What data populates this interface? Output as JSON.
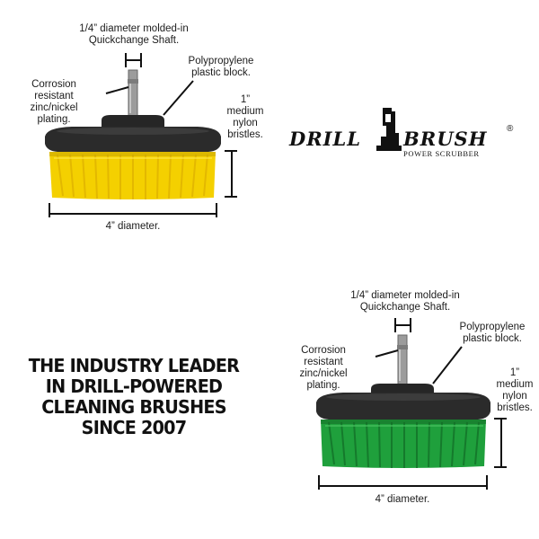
{
  "top_product": {
    "shaft_label": [
      "1/4” diameter molded-in",
      "Quickchange Shaft."
    ],
    "block_label": [
      "Polypropylene",
      "plastic block."
    ],
    "plating_label": [
      "Corrosion",
      "resistant",
      "zinc/nickel",
      "plating."
    ],
    "bristle_label": [
      "1”",
      "medium",
      "nylon",
      "bristles."
    ],
    "diameter_label": "4” diameter.",
    "bristle_color": "#f5d100"
  },
  "bottom_product": {
    "shaft_label": [
      "1/4” diameter molded-in",
      "Quickchange Shaft."
    ],
    "block_label": [
      "Polypropylene",
      "plastic block."
    ],
    "plating_label": [
      "Corrosion",
      "resistant",
      "zinc/nickel",
      "plating."
    ],
    "bristle_label": [
      "1”",
      "medium",
      "nylon",
      "bristles."
    ],
    "diameter_label": "4” diameter.",
    "bristle_color": "#1fa03c"
  },
  "logo": {
    "word_left": "DRILL",
    "word_right": "BRUSH",
    "registered": "®",
    "subtitle": "POWER SCRUBBER"
  },
  "tagline": [
    "THE INDUSTRY LEADER",
    "IN DRILL-POWERED",
    "CLEANING BRUSHES",
    "SINCE 2007"
  ]
}
